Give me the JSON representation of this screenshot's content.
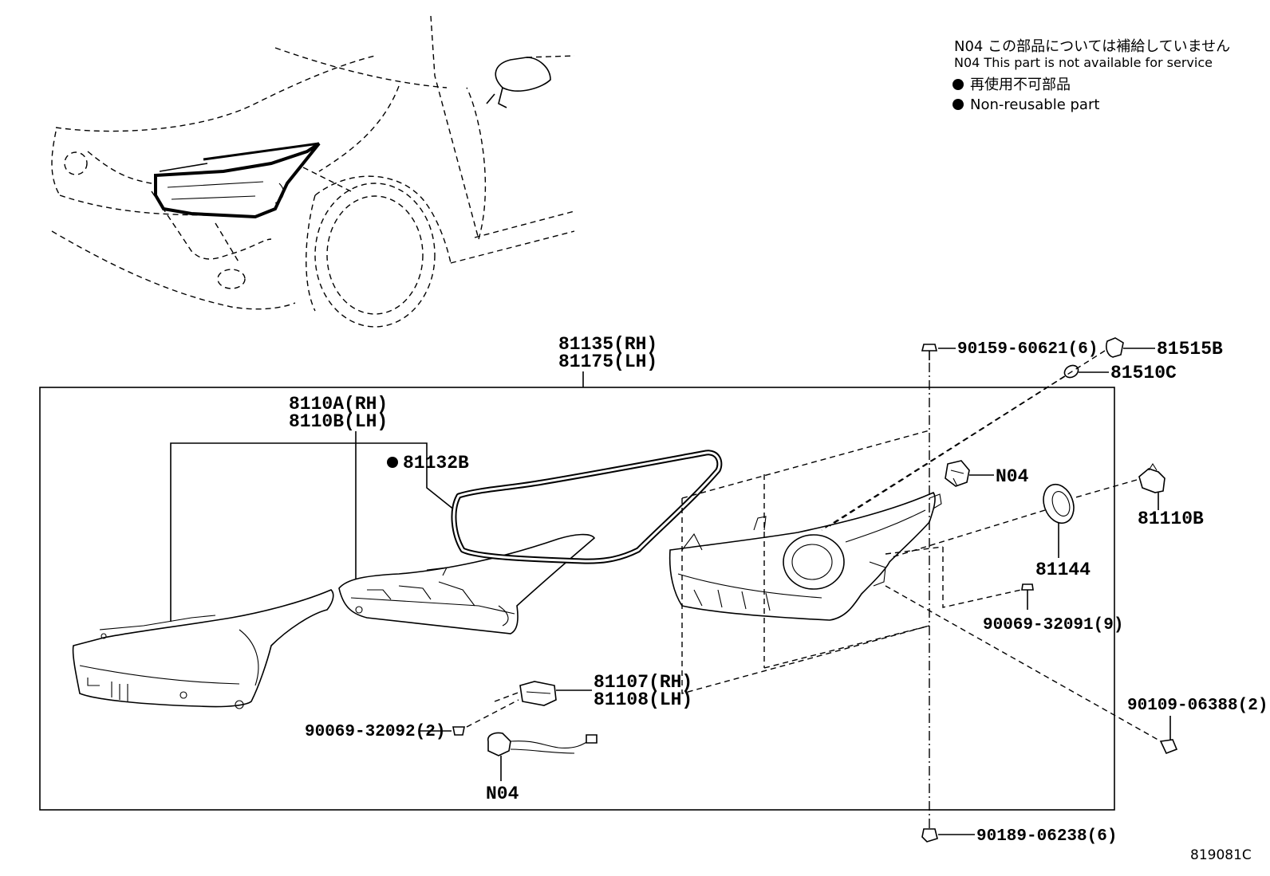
{
  "notes": {
    "n04_jp": "N04 この部品については補給していません",
    "n04_en": "N04 This part is not available for service",
    "nonreusable_jp": "再使用不可部品",
    "nonreusable_en": "Non-reusable part"
  },
  "labels": {
    "assy_rh": "81135(RH)",
    "assy_lh": "81175(LH)",
    "unit_rh": "8110A(RH)",
    "unit_lh": "8110B(LH)",
    "gasket": "81132B",
    "screw_top": "90159-60621(6)",
    "socket_top": "81515B",
    "bulb_small": "81510C",
    "n04_top": "N04",
    "bulb": "81110B",
    "cover": "81144",
    "screw_right": "90069-32091(9)",
    "computer_rh": "81107(RH)",
    "computer_lh": "81108(LH)",
    "screw_left": "90069-32092(2)",
    "n04_bottom": "N04",
    "screw_far_right": "90109-06388(2)",
    "screw_bottom": "90189-06238(6)"
  },
  "reference": "819081C"
}
